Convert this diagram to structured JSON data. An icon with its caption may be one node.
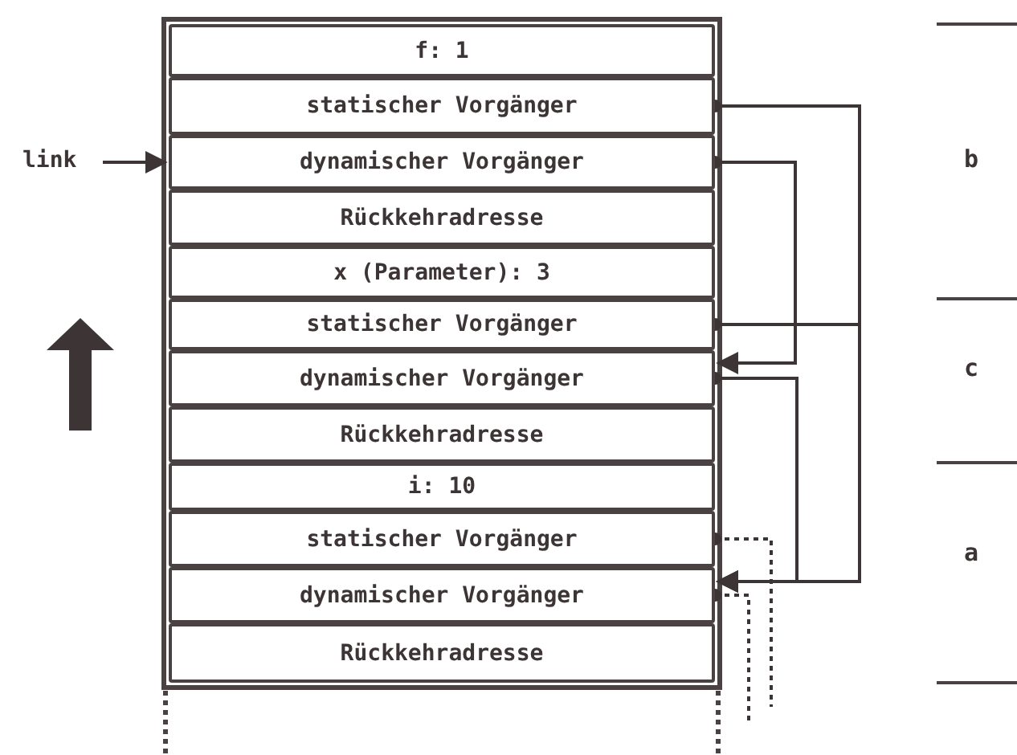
{
  "diagram": {
    "nodes": [
      {
        "text": [
          "link"
        ]
      },
      {
        "text": [
          "b"
        ]
      },
      {
        "text": [
          "f: 1"
        ],
        "in": 1
      },
      {
        "text": [
          "statischer Vorgänger"
        ],
        "in": 1
      },
      {
        "text": [
          "dynamischer Vorgänger"
        ],
        "in": 1
      },
      {
        "text": [
          "Rückkehradresse"
        ],
        "in": 1
      },
      {
        "text": [
          "x (Parameter): 3"
        ],
        "in": 1
      },
      {
        "text": [
          "c"
        ]
      },
      {
        "text": [
          "statischer Vorgänger"
        ],
        "in": 7
      },
      {
        "text": [
          "dynamischer Vorgänger"
        ],
        "in": 7
      },
      {
        "text": [
          "Rückkehradresse"
        ],
        "in": 7
      },
      {
        "text": [
          "a"
        ]
      },
      {
        "text": [
          "i: 10"
        ],
        "in": 11
      },
      {
        "text": [
          "statischer Vorgänger"
        ],
        "in": 11
      },
      {
        "text": [
          "dynamischer Vorgänger"
        ],
        "in": 11
      },
      {
        "text": [
          "Rückkehradresse"
        ],
        "in": 11
      }
    ],
    "edges": [
      {
        "from": 0,
        "to": 4,
        "arrow": "to"
      },
      {
        "from": 3,
        "to": 14,
        "arrow": "to"
      },
      {
        "from": 4,
        "to": 9,
        "arrow": "to"
      },
      {
        "from": 8,
        "to": 14,
        "arrow": "to"
      },
      {
        "from": 9,
        "to": 14,
        "arrow": "to"
      },
      {
        "from": 13,
        "to": null,
        "arrow": "other",
        "style": "dashed"
      },
      {
        "from": 14,
        "to": null,
        "arrow": "other",
        "style": "dashed"
      }
    ]
  }
}
